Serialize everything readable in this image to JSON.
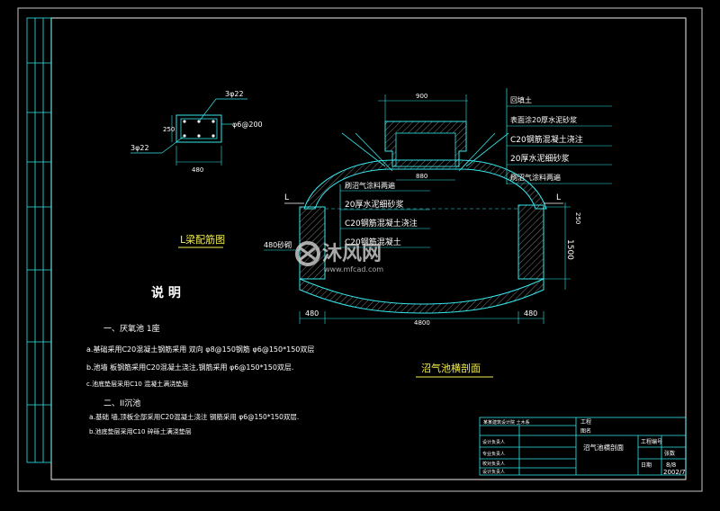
{
  "colors": {
    "background": "#000000",
    "frame": "#c8c8c8",
    "cyan": "#33e6ea",
    "yellow": "#f2ee4a",
    "white": "#ffffff",
    "hatch": "#9a9a9a"
  },
  "beam_detail": {
    "top_bars": "3φ22",
    "bottom_bars": "3φ22",
    "stirrups": "φ6@200",
    "width": "480",
    "height": "250",
    "title": "L梁配筋图"
  },
  "section": {
    "title": "沼气池横剖面",
    "top_width": "900",
    "inner_width": "880",
    "span": "4800",
    "left_wall": "480",
    "right_wall": "480",
    "side_height": "1500",
    "top_thickness": "250",
    "left_note": "480砂砌",
    "section_mark": "L",
    "right_notes": [
      "回填土",
      "表面涂20厚水泥砂浆",
      "C20钢筋混凝土浇注",
      "20厚水泥细砂浆",
      "刷沼气涂料两遍"
    ],
    "inner_notes": [
      "刷沼气涂料两遍",
      "20厚水泥细砂浆",
      "C20钢筋混凝土浇注",
      "C20钢筋混凝土"
    ]
  },
  "notes": {
    "heading": "说  明",
    "s1_title": "一、厌氧池  1座",
    "s1_lines": [
      "a.基础采用C20混凝土钢筋采用  双向   φ8@150钢筋  φ6@150*150双层",
      "b.池墙 板钢筋采用C20混凝土浇注,钢筋采用  φ6@150*150双层.",
      "c.池底垫层采用C10 混凝土满浇垫层"
    ],
    "s2_title": "二、II沉池",
    "s2_lines": [
      "a.基础 墙,顶板全部采用C20混凝土浇注 钢筋采用  φ6@150*150双层.",
      "b.池底垫层采用C10 碎砾土满浇垫层"
    ]
  },
  "title_block": {
    "project_label": "工程",
    "drawing_label": "图名",
    "drawing_name": "沼气池横剖面",
    "design_no_label": "工程编号",
    "sheet_label": "张数",
    "sheet_value": "8/8",
    "date_label": "日期",
    "date_value": "2002/7",
    "header": "某某建筑设计院 土木系",
    "roles": [
      "设计负责人",
      "专业负责人",
      "校对负责人",
      "设计负责人"
    ]
  },
  "watermark": {
    "brand": "沐风网",
    "url": "www.mfcad.com"
  }
}
